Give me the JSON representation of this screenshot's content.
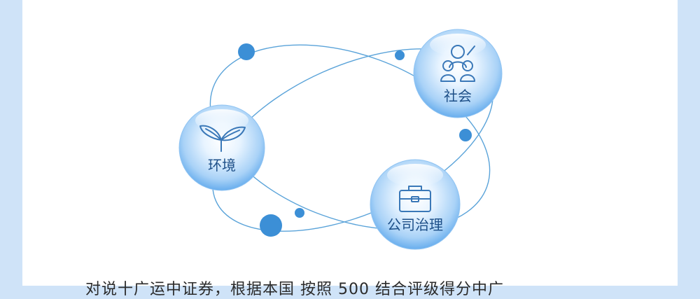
{
  "diagram": {
    "nodes": {
      "environment": {
        "label": "环境",
        "icon": "leaf-sprout-icon"
      },
      "society": {
        "label": "社会",
        "icon": "people-group-icon"
      },
      "governance": {
        "label": "公司治理",
        "icon": "briefcase-icon"
      }
    },
    "colors": {
      "orbit": "#5aa3d9",
      "dot": "#3c8fd6",
      "bubble_light": "#e8f4ff",
      "bubble_dark": "#5ea8ec",
      "label": "#1d4f88",
      "icon": "#3a78b8",
      "side_panel": "#cfe3f8"
    }
  },
  "footer": {
    "partial_text": "对说十广运中证券，根据本国    按照 500 结合评级得分中广"
  }
}
